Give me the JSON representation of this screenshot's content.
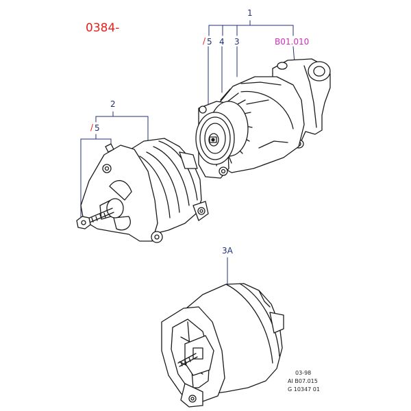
{
  "diagram_code": "0384-",
  "callouts": {
    "group_1": "1",
    "group_2": "2",
    "group_3a": "3A",
    "item_5_alt": "5",
    "item_4": "4",
    "item_3": "3",
    "ref": "B01.010",
    "item_5_lower": "5"
  },
  "footer": {
    "date": "03-98",
    "ref": "AI B07.015",
    "number": "G 10347 01"
  },
  "colors": {
    "code": "#e2221f",
    "callout": "#1f2f7a",
    "reference": "#d02bb8"
  }
}
